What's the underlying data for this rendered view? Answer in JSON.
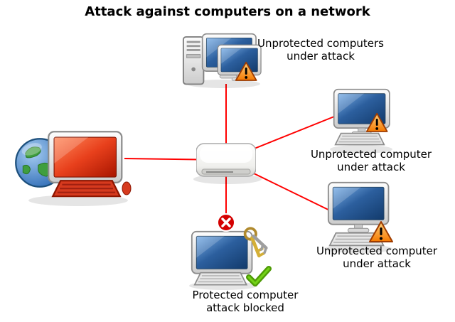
{
  "diagram_title": "Attack against computers on a network",
  "labels": {
    "top_group": {
      "line1": "Unprotected computers",
      "line2": "under attack"
    },
    "right_upper": {
      "line1": "Unprotected computer",
      "line2": "under attack"
    },
    "right_lower": {
      "line1": "Unprotected computer",
      "line2": "under attack"
    },
    "bottom": {
      "line1": "Protected computer",
      "line2": "attack blocked"
    }
  },
  "icons": {
    "attacker": "internet-attacker-computer",
    "globe": "internet-globe-icon",
    "hub": "network-hub-icon",
    "workstation": "computer-icon",
    "warning": "warning-triangle-icon",
    "blocked": "blocked-x-icon",
    "keys": "security-keys-icon",
    "check": "green-check-icon"
  },
  "colors": {
    "connection_line": "#ff0000",
    "warning_orange": "#f57900",
    "blocked_red": "#d40000",
    "screen_blue": "#1e4f8f",
    "attacker_screen_red": "#d63a1e",
    "check_green": "#4e9a06"
  }
}
